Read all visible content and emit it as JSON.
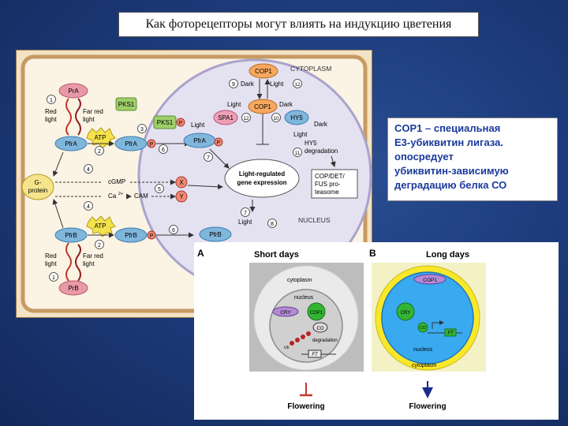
{
  "title": "Как фоторецепторы могут влиять на индукцию цветения",
  "note": {
    "lines": [
      " COP1 –  специальная",
      "Е3-убиквитин лигаза.",
      "опосредует",
      "убиквитин-зависимую",
      "деградацию белка СО"
    ]
  },
  "diagram": {
    "cytoplasm": "CYTOPLASM",
    "nucleus": "NUCLEUS",
    "nodes": {
      "pra": "PrA",
      "pfra_top": "PfrA",
      "atp_top": "ATP",
      "pks1": "PKS1",
      "pks1_p": "PKS1",
      "pfra_mid": "PfrA",
      "pfra_nuc": "PfrA",
      "p": "P",
      "g_protein": [
        "G-",
        "protein"
      ],
      "cgmp": "cGMP",
      "ca": "Ca",
      "ca_sup": "2+",
      "cam": "CAM",
      "x": "X",
      "y": "Y",
      "gene_expression": [
        "Light-regulated",
        "gene expression"
      ],
      "pfrb_left": "PfrB",
      "atp_bottom": "ATP",
      "pfrb_mid": "PfrB",
      "pfrb_nuc": "PfrB",
      "prb": "PrB",
      "cop1_top": "COP1",
      "cop1_mid": "COP1",
      "spa1": "SPA1",
      "hy5": "HY5",
      "cop_det": [
        "COP/DET/",
        "FUS pro-",
        "teasome"
      ]
    },
    "labels": {
      "red": [
        "Red",
        "light"
      ],
      "far_red": [
        "Far red",
        "light"
      ],
      "dark": "Dark",
      "light": "Light",
      "hy5_degradation": [
        "HY5",
        "degradation"
      ]
    },
    "numbers": [
      "1",
      "2",
      "3",
      "4",
      "5",
      "6",
      "7",
      "8",
      "9",
      "10",
      "11",
      "12"
    ]
  },
  "panels": {
    "a_letter": "A",
    "b_letter": "B",
    "a_title": "Short days",
    "b_title": "Long days",
    "a": {
      "cytoplasm": "cytoplasm",
      "nucleus": "nucleus",
      "cry": "CRY",
      "cop1": "COP1",
      "co": "CO",
      "degradation": "degradation",
      "ub": "Ub",
      "ft": "FT",
      "flowering": "Flowering"
    },
    "b": {
      "cop1": "COP1",
      "cry": "CRY",
      "co": "CO",
      "ft": "FT",
      "nucleus": "nucleus",
      "cytoplasm": "cytoplasm",
      "flowering": "Flowering"
    }
  }
}
